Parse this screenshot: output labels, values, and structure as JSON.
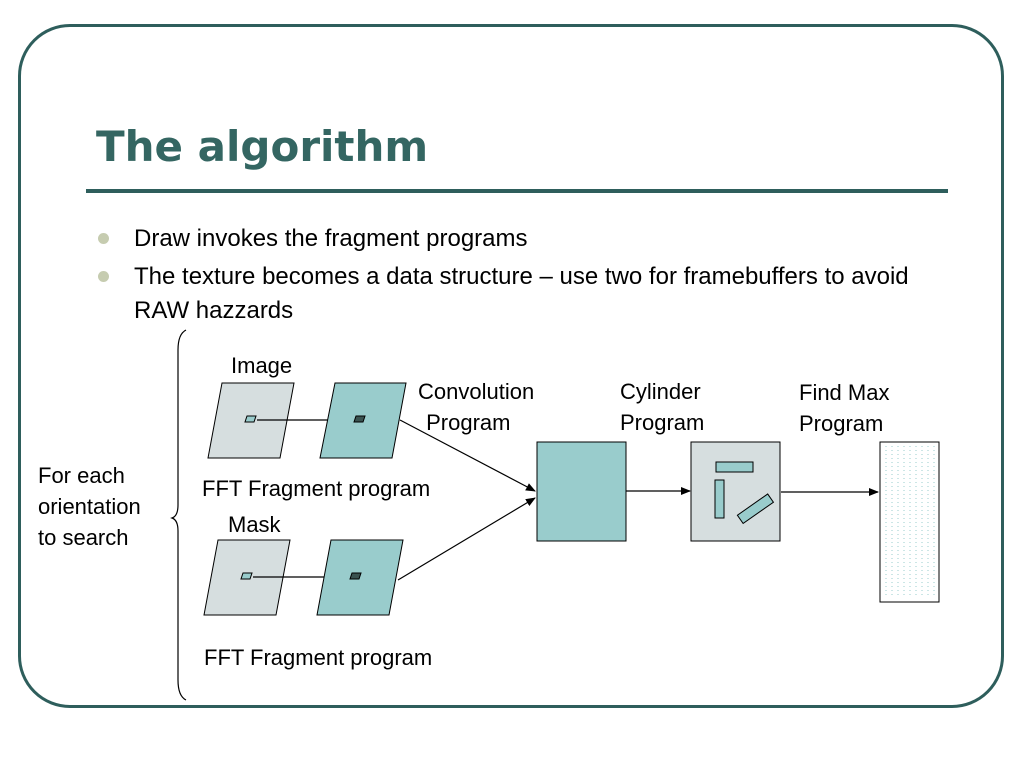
{
  "slide": {
    "title": "The algorithm",
    "bullets": [
      "Draw invokes the fragment programs",
      "The texture becomes a data structure – use two for framebuffers to avoid RAW hazzards"
    ]
  },
  "diagram": {
    "side_label": [
      "For each",
      "orientation",
      "to search"
    ],
    "image_label": "Image",
    "mask_label": "Mask",
    "fft_label_top": "FFT Fragment program",
    "fft_label_bottom": "FFT Fragment program",
    "convolution_label": [
      "Convolution",
      " Program"
    ],
    "cylinder_label": [
      "Cylinder",
      "Program"
    ],
    "findmax_label": [
      "Find Max",
      "Program"
    ]
  },
  "colors": {
    "frame": "#2e5e5c",
    "title": "#346662",
    "bullet_dot": "#c6ccb0",
    "gray_fill": "#d6dedf",
    "teal_fill": "#99cccc"
  }
}
